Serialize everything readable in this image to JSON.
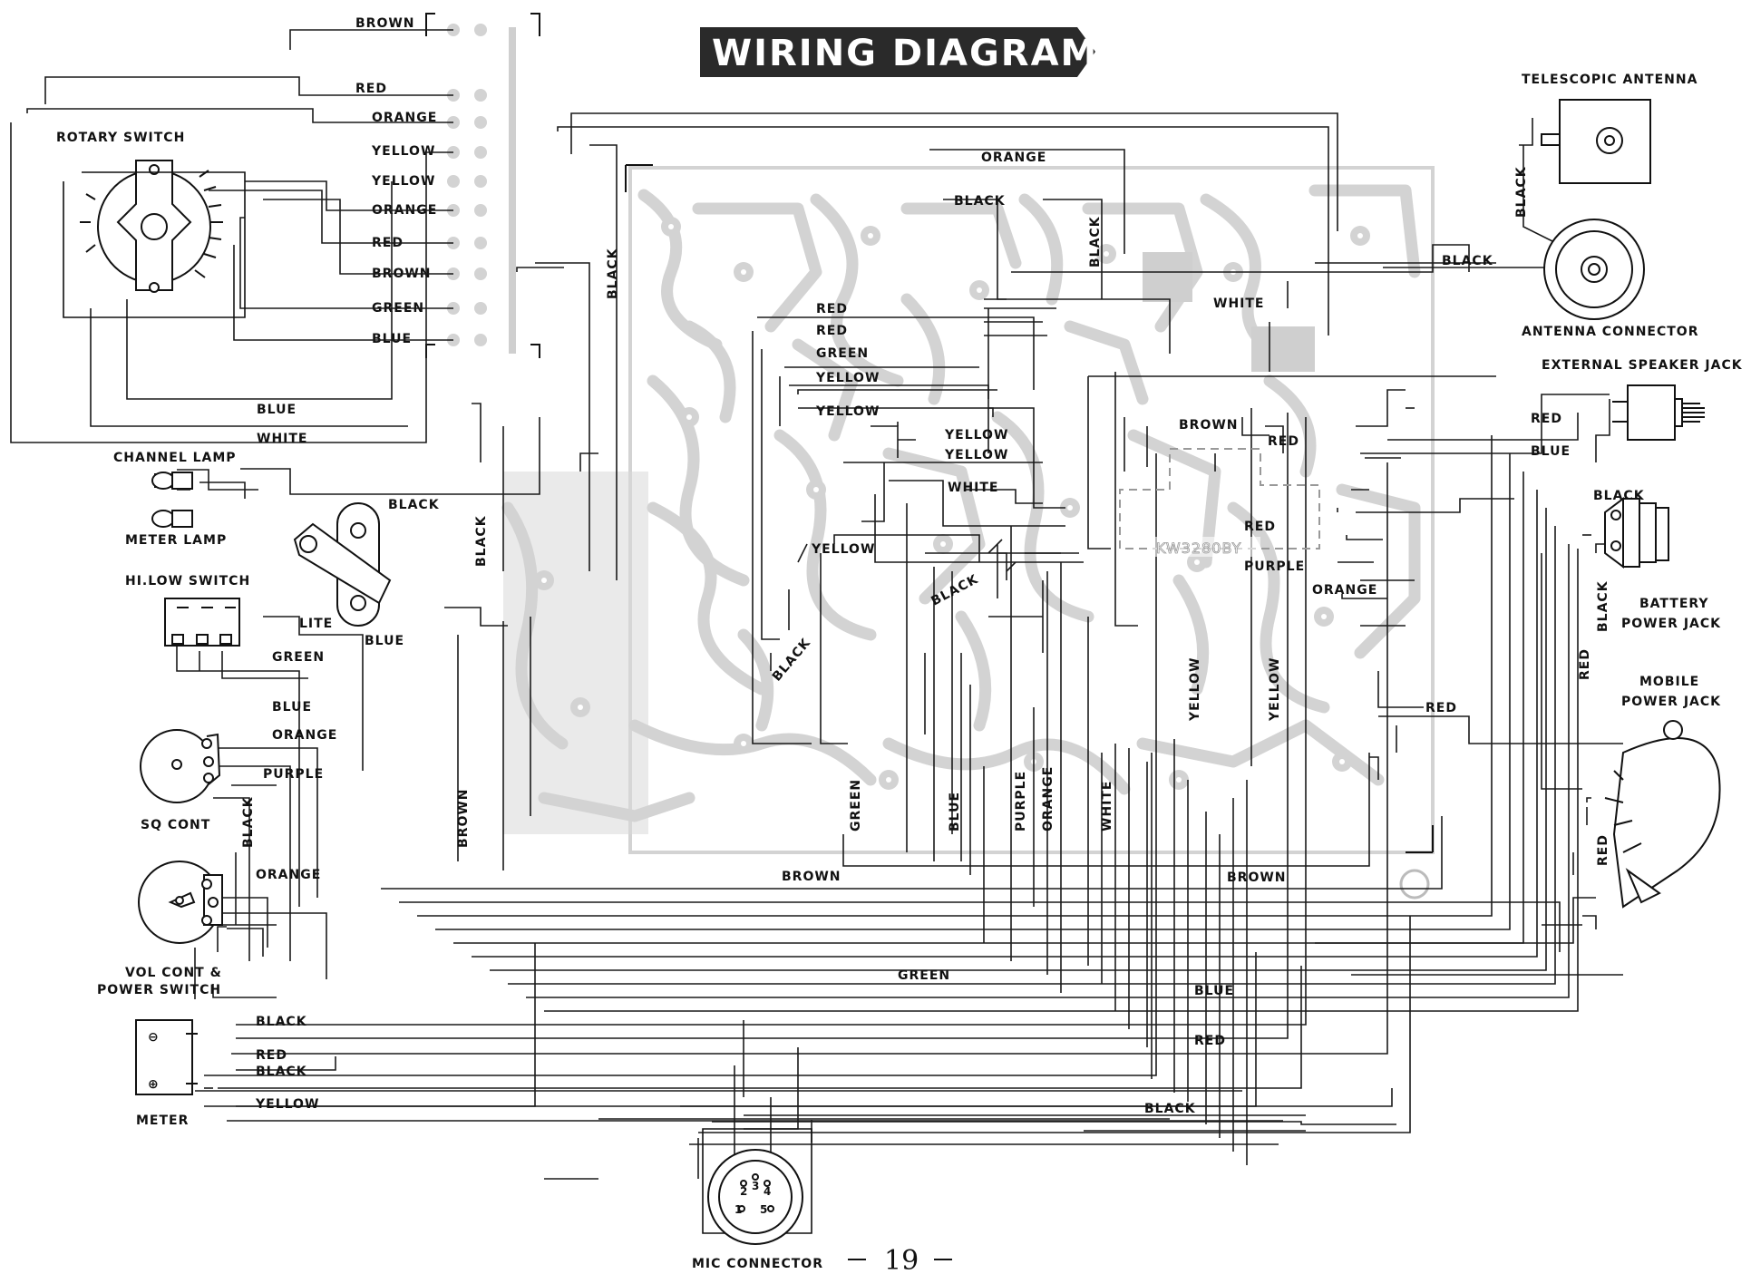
{
  "title": "WIRING DIAGRAM",
  "page_number": "19",
  "board_marking": "KW3280BY",
  "components": {
    "rotary_switch": "ROTARY  SWITCH",
    "channel_lamp": "CHANNEL LAMP",
    "meter_lamp": "METER  LAMP",
    "hi_low_switch": "HI.LOW SWITCH",
    "lite": "LITE",
    "sq_cont": "SQ CONT",
    "vol_cont_1": "VOL CONT &",
    "vol_cont_2": "POWER SWITCH",
    "meter": "METER",
    "mic_connector": "MIC CONNECTOR",
    "telescopic_antenna": "TELESCOPIC ANTENNA",
    "antenna_connector": "ANTENNA CONNECTOR",
    "external_speaker_jack": "EXTERNAL SPEAKER JACK",
    "battery_power_jack_1": "BATTERY",
    "battery_power_jack_2": "POWER JACK",
    "mobile_power_jack_1": "MOBILE",
    "mobile_power_jack_2": "POWER JACK"
  },
  "meter_symbols": {
    "top": "⊖",
    "bottom": "⊕"
  },
  "mic_pins": {
    "p1": "1",
    "p2": "2",
    "p3": "3",
    "p4": "4",
    "p5": "5"
  },
  "terminal_strip_labels": [
    "BROWN",
    "RED",
    "ORANGE",
    "YELLOW",
    "YELLOW",
    "ORANGE",
    "RED",
    "BROWN",
    "GREEN",
    "BLUE"
  ],
  "wire_labels": {
    "blue_rotary": "BLUE",
    "white_rotary": "WHITE",
    "black_lamp": "BLACK",
    "blue_lite": "BLUE",
    "green_hilow": "GREEN",
    "blue_hilow": "BLUE",
    "orange_sq": "ORANGE",
    "purple_sq": "PURPLE",
    "black_sq": "BLACK",
    "orange_vol": "ORANGE",
    "black_meter": "BLACK",
    "red_meter": "RED",
    "black_meter2": "BLACK",
    "yellow_meter": "YELLOW",
    "black_main_left": "BLACK",
    "black_main_mid": "BLACK",
    "brown_board_left": "BROWN",
    "orange_top": "ORANGE",
    "black_top": "BLACK",
    "black_top_vert": "BLACK",
    "white_top": "WHITE",
    "red_1": "RED",
    "red_2": "RED",
    "green_1": "GREEN",
    "yellow_1": "YELLOW",
    "yellow_2": "YELLOW",
    "yellow_3": "YELLOW",
    "yellow_4": "YELLOW",
    "white_mid": "WHITE",
    "yellow_left_mid": "YELLOW",
    "black_diag_1": "BLACK",
    "black_diag_2": "BLACK",
    "brown_right": "BROWN",
    "red_right_top": "RED",
    "red_right_mid": "RED",
    "purple_right": "PURPLE",
    "orange_right": "ORANGE",
    "yellow_v1": "YELLOW",
    "yellow_v2": "YELLOW",
    "red_board_right": "RED",
    "green_v": "GREEN",
    "blue_v": "BLUE",
    "purple_v": "PURPLE",
    "orange_v": "ORANGE",
    "white_v": "WHITE",
    "brown_bottom_1": "BROWN",
    "brown_bottom_2": "BROWN",
    "green_bottom": "GREEN",
    "blue_bottom": "BLUE",
    "red_bottom": "RED",
    "black_bottom": "BLACK",
    "black_antenna": "BLACK",
    "black_antenna_v": "BLACK",
    "red_ext_spk": "RED",
    "blue_ext_spk": "BLUE",
    "black_batt": "BLACK",
    "black_batt_v": "BLACK",
    "red_batt_v": "RED",
    "red_mobile": "RED"
  }
}
